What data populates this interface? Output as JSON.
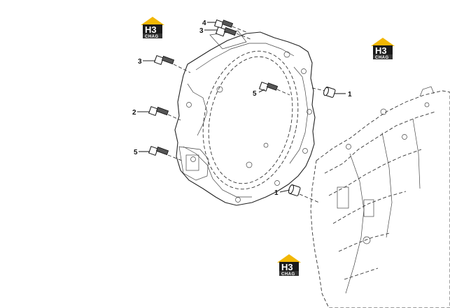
{
  "watermark": {
    "letters": "H3",
    "sub": "CHAG",
    "colors": {
      "roof": "#f2b705",
      "badge": "#1a1a1a",
      "text": "#ffffff"
    }
  },
  "callouts": [
    {
      "id": "c4",
      "label": "4"
    },
    {
      "id": "c3a",
      "label": "3"
    },
    {
      "id": "c3b",
      "label": "3"
    },
    {
      "id": "c5a",
      "label": "5"
    },
    {
      "id": "c1a",
      "label": "1"
    },
    {
      "id": "c2",
      "label": "2"
    },
    {
      "id": "c5b",
      "label": "5"
    },
    {
      "id": "c1b",
      "label": "1"
    }
  ]
}
